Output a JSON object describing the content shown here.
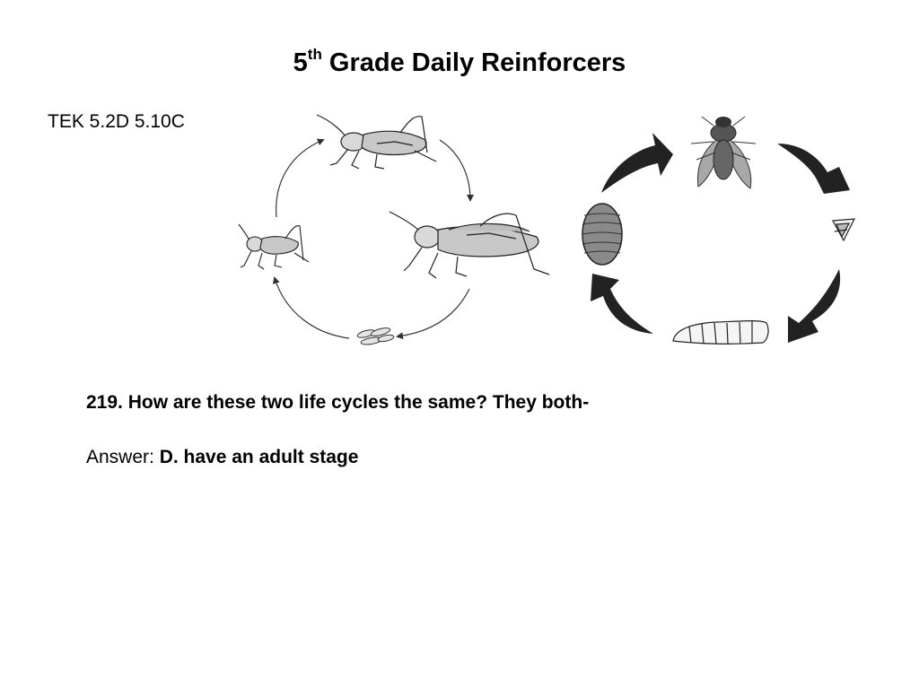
{
  "title": {
    "number": "5",
    "superscript": "th",
    "text": " Grade Daily Reinforcers"
  },
  "tek": "TEK 5.2D 5.10C",
  "question": "219. How are these two life cycles the same? They both-",
  "answer": {
    "label": "Answer: ",
    "text": "D. have an adult stage"
  },
  "colors": {
    "text": "#000000",
    "arrow_fill": "#222222",
    "insect_gray": "#8a8a8a",
    "line": "#333333"
  }
}
